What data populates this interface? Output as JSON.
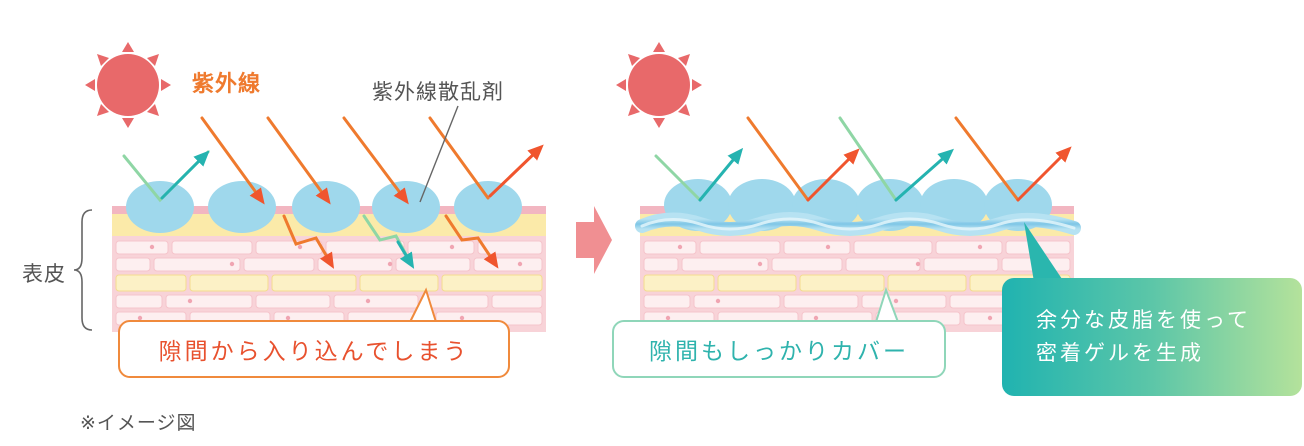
{
  "labels": {
    "uv": "紫外線",
    "scattering_agent": "紫外線散乱剤",
    "epidermis": "表皮",
    "note": "※イメージ図"
  },
  "callouts": {
    "left": "隙間から入り込んでしまう",
    "right": "隙間もしっかりカバー",
    "gel_line1": "余分な皮脂を使って",
    "gel_line2": "密着ゲルを生成"
  },
  "colors": {
    "sun": "#e8696a",
    "uv_arrow": "#ef7a2e",
    "uv_arrow_dark": "#e8512e",
    "scatter_arrow": "#25b3b0",
    "light_arrow": "#8fd6a5",
    "particle": "#9fd8ec",
    "gel": "#8ccbe6",
    "skin_pink": "#f8d3d8",
    "skin_yellow": "#f9e7a6",
    "next_arrow": "#f08f92"
  }
}
